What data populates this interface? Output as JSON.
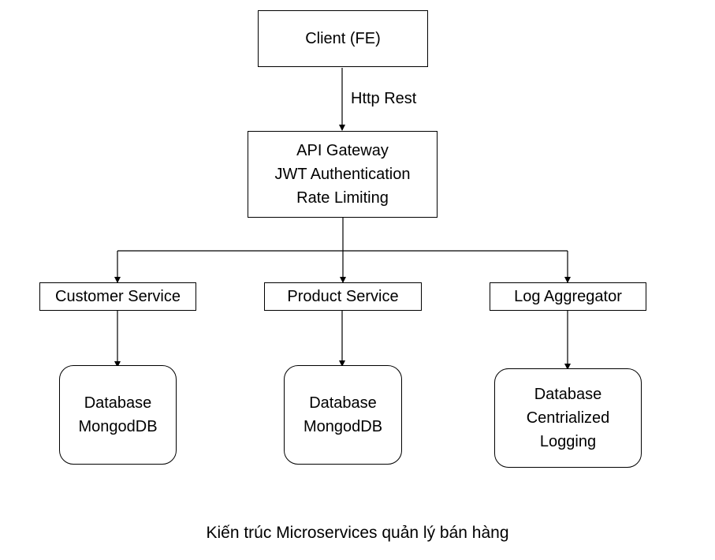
{
  "nodes": {
    "client": {
      "lines": [
        "Client (FE)"
      ]
    },
    "gateway": {
      "lines": [
        "API Gateway",
        "JWT Authentication",
        "Rate Limiting"
      ]
    },
    "customer_service": {
      "lines": [
        "Customer Service"
      ]
    },
    "product_service": {
      "lines": [
        "Product Service"
      ]
    },
    "log_aggregator": {
      "lines": [
        "Log Aggregator"
      ]
    },
    "customer_db": {
      "lines": [
        "Database",
        "MongodDB"
      ]
    },
    "product_db": {
      "lines": [
        "Database",
        "MongodDB"
      ]
    },
    "log_db": {
      "lines": [
        "Database",
        "Centrialized",
        "Logging"
      ]
    }
  },
  "edges": {
    "client_to_gateway": {
      "label": "Http Rest"
    }
  },
  "caption": "Kiến trúc Microservices quản lý bán hàng"
}
